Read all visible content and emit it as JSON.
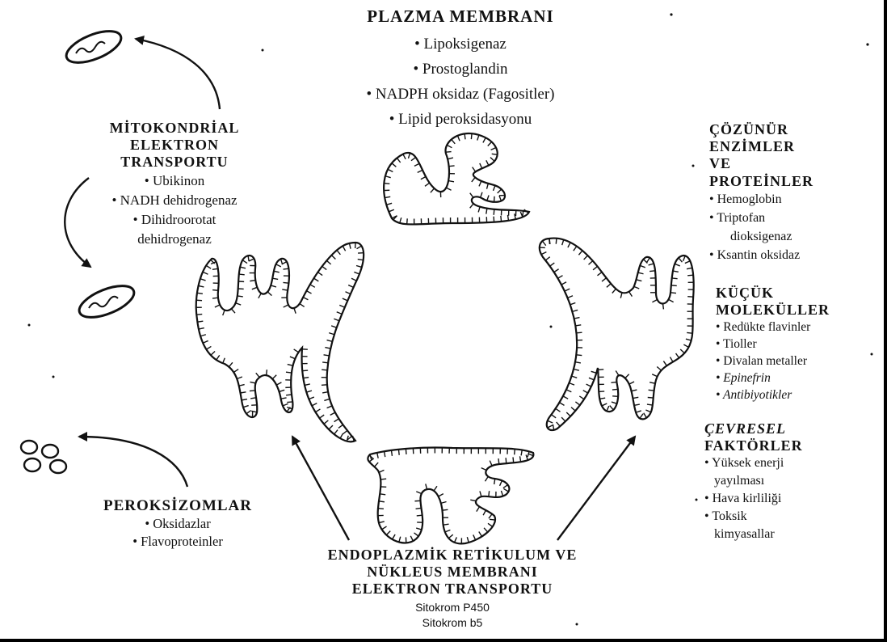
{
  "plasma": {
    "title": "PLAZMA MEMBRANI",
    "items": [
      "• Lipoksigenaz",
      "• Prostoglandin",
      "• NADPH oksidaz (Fagositler)",
      "• Lipid peroksidasyonu"
    ]
  },
  "mitochondria": {
    "title_lines": [
      "MİTOKONDRİAL",
      "ELEKTRON",
      "TRANSPORTU"
    ],
    "items": [
      "• Ubikinon",
      "• NADH dehidrogenaz",
      "• Dihidroorotat",
      "dehidrogenaz"
    ]
  },
  "soluble": {
    "title_lines": [
      "ÇÖZÜNÜR",
      "ENZİMLER",
      "VE",
      "PROTEİNLER"
    ],
    "items": [
      "• Hemoglobin",
      "• Triptofan",
      "dioksigenaz",
      "• Ksantin oksidaz"
    ]
  },
  "small": {
    "title_lines": [
      "KÜÇÜK",
      "MOLEKÜLLER"
    ],
    "items": [
      "• Redükte flavinler",
      "• Tioller",
      "• Divalan metaller",
      "• Epinefrin",
      "• Antibiyotikler"
    ]
  },
  "environment": {
    "title_lines": [
      "ÇEVRESEL",
      "FAKTÖRLER"
    ],
    "items": [
      "• Yüksek enerji",
      "yayılması",
      "• Hava kirliliği",
      "• Toksik",
      "kimyasallar"
    ]
  },
  "peroxisome": {
    "title": "PEROKSİZOMLAR",
    "items": [
      "• Oksidazlar",
      "• Flavoproteinler"
    ]
  },
  "er": {
    "title_lines": [
      "ENDOPLAZMİK RETİKULUM VE",
      "NÜKLEUS MEMBRANI",
      "ELEKTRON TRANSPORTU"
    ],
    "items": [
      "Sitokrom P450",
      "Sitokrom b5"
    ]
  }
}
